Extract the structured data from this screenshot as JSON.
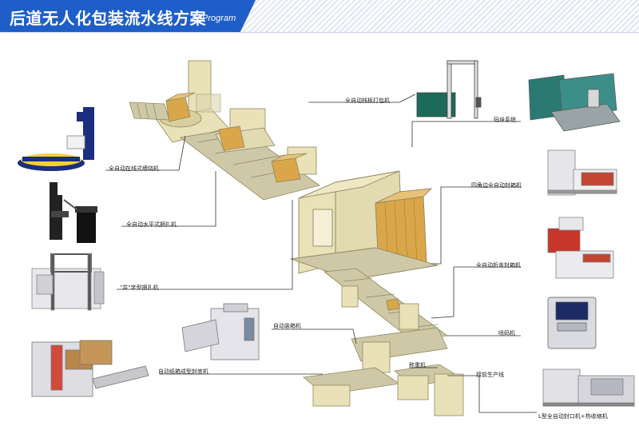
{
  "header": {
    "title_zh": "后道无人化包装流水线方案",
    "title_en": "/Program"
  },
  "labels": {
    "stretch_wrapper": "全自动在线式缠绕机",
    "horizontal_strapping": "全自动水平式捆扎机",
    "cross_strapping": "\"井\"字型捆扎机",
    "carton_erector": "自动纸箱成型封底机",
    "auto_packer": "自动装箱机",
    "weigher": "称重机",
    "production_line": "接前生产线",
    "pallet_wrapper": "全自动栈板打包机",
    "palletizer": "码垛系统",
    "four_side_sealer": "四角边全自动封箱机",
    "fold_sealer": "全自动折盖封箱机",
    "coder": "喷码机",
    "l_sealer": "L型全自动封口机+热收缩机"
  },
  "colors": {
    "accent_blue": "#1e5ec9",
    "machine_cream": "#e9e1b8",
    "machine_outline": "#8f8760",
    "roller_gray": "#b9b39a",
    "box_tan": "#d9a64a",
    "callout_line": "#333333"
  }
}
